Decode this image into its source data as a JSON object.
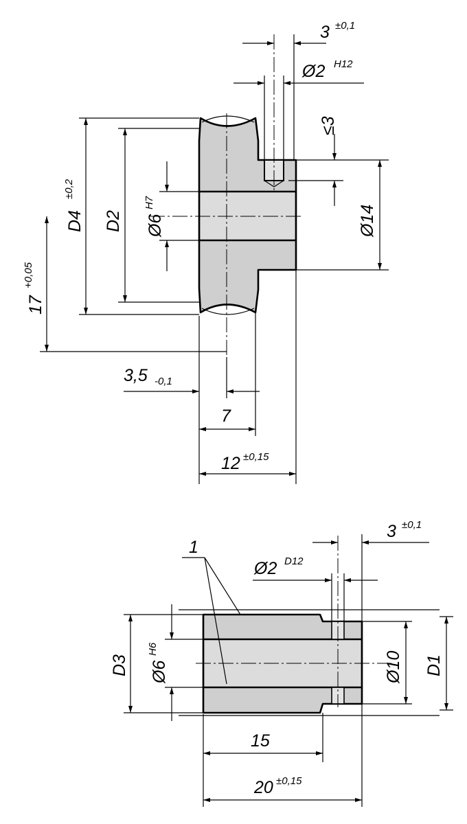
{
  "top": {
    "dim_3": "3",
    "dim_3_tol": "±0,1",
    "dim_d2": "Ø2",
    "dim_d2_fit": "H12",
    "dim_le3": "≤3",
    "dim_d14": "Ø14",
    "dim_D4": "D4",
    "dim_D4_tol": "±0,2",
    "dim_D2": "D2",
    "dim_d6": "Ø6",
    "dim_d6_fit": "H7",
    "dim_17": "17",
    "dim_17_tol": "+0,05",
    "dim_35": "3,5",
    "dim_35_tol": "-0,1",
    "dim_7": "7",
    "dim_12": "12",
    "dim_12_tol": "±0,15"
  },
  "bottom": {
    "dim_3": "3",
    "dim_3_tol": "±0,1",
    "dim_d2": "Ø2",
    "dim_d2_fit": "D12",
    "item_1": "1",
    "dim_D3": "D3",
    "dim_d6": "Ø6",
    "dim_d6_fit": "H6",
    "dim_d10": "Ø10",
    "dim_D1": "D1",
    "dim_15": "15",
    "dim_20": "20",
    "dim_20_tol": "±0,15"
  }
}
